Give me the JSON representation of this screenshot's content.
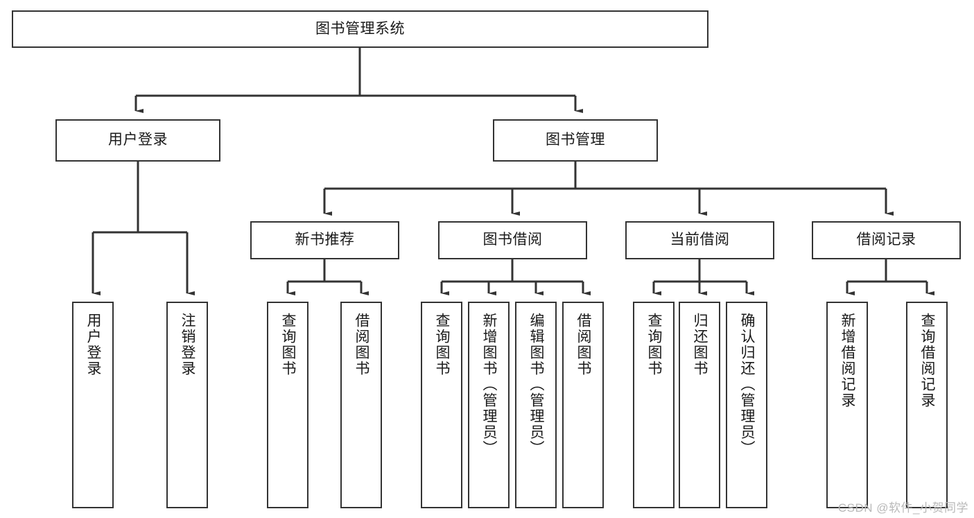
{
  "diagram": {
    "title": "图书管理系统",
    "type": "tree-hierarchy",
    "colors": {
      "box_border": "#333333",
      "box_fill": "#ffffff",
      "connector": "#333333",
      "text": "#1a1a1a",
      "watermark": "#b9b9b9",
      "background": "#ffffff"
    },
    "levels": [
      {
        "level": 0,
        "nodes": [
          {
            "id": "root",
            "label": "图书管理系统",
            "orientation": "horizontal"
          }
        ]
      },
      {
        "level": 1,
        "nodes": [
          {
            "id": "user-login",
            "label": "用户登录",
            "orientation": "horizontal",
            "parent": "root"
          },
          {
            "id": "book-manage",
            "label": "图书管理",
            "orientation": "horizontal",
            "parent": "root"
          }
        ]
      },
      {
        "level": 2,
        "nodes": [
          {
            "id": "new-book-recommend",
            "label": "新书推荐",
            "orientation": "horizontal",
            "parent": "book-manage"
          },
          {
            "id": "book-borrow",
            "label": "图书借阅",
            "orientation": "horizontal",
            "parent": "book-manage"
          },
          {
            "id": "current-borrow",
            "label": "当前借阅",
            "orientation": "horizontal",
            "parent": "book-manage"
          },
          {
            "id": "borrow-record",
            "label": "借阅记录",
            "orientation": "horizontal",
            "parent": "book-manage"
          }
        ]
      },
      {
        "level": 3,
        "nodes": [
          {
            "id": "leaf-user-login",
            "label": "用户登录",
            "orientation": "vertical",
            "parent": "user-login"
          },
          {
            "id": "leaf-logout-login",
            "label": "注销登录",
            "orientation": "vertical",
            "parent": "user-login"
          },
          {
            "id": "leaf-query-book-1",
            "label": "查询图书",
            "orientation": "vertical",
            "parent": "new-book-recommend"
          },
          {
            "id": "leaf-borrow-book-1",
            "label": "借阅图书",
            "orientation": "vertical",
            "parent": "new-book-recommend"
          },
          {
            "id": "leaf-query-book-2",
            "label": "查询图书",
            "orientation": "vertical",
            "parent": "book-borrow"
          },
          {
            "id": "leaf-add-book",
            "label": "新增图书（管理员）",
            "orientation": "vertical",
            "parent": "book-borrow"
          },
          {
            "id": "leaf-edit-book",
            "label": "编辑图书（管理员）",
            "orientation": "vertical",
            "parent": "book-borrow"
          },
          {
            "id": "leaf-borrow-book-2",
            "label": "借阅图书",
            "orientation": "vertical",
            "parent": "book-borrow"
          },
          {
            "id": "leaf-query-book-3",
            "label": "查询图书",
            "orientation": "vertical",
            "parent": "current-borrow"
          },
          {
            "id": "leaf-return-book",
            "label": "归还图书",
            "orientation": "vertical",
            "parent": "current-borrow"
          },
          {
            "id": "leaf-confirm-return",
            "label": "确认归还（管理员）",
            "orientation": "vertical",
            "parent": "current-borrow"
          },
          {
            "id": "leaf-add-record",
            "label": "新增借阅记录",
            "orientation": "vertical",
            "parent": "borrow-record"
          },
          {
            "id": "leaf-query-record",
            "label": "查询借阅记录",
            "orientation": "vertical",
            "parent": "borrow-record"
          }
        ]
      }
    ]
  },
  "watermark": {
    "text": "CSDN @软件_小贺同学"
  }
}
